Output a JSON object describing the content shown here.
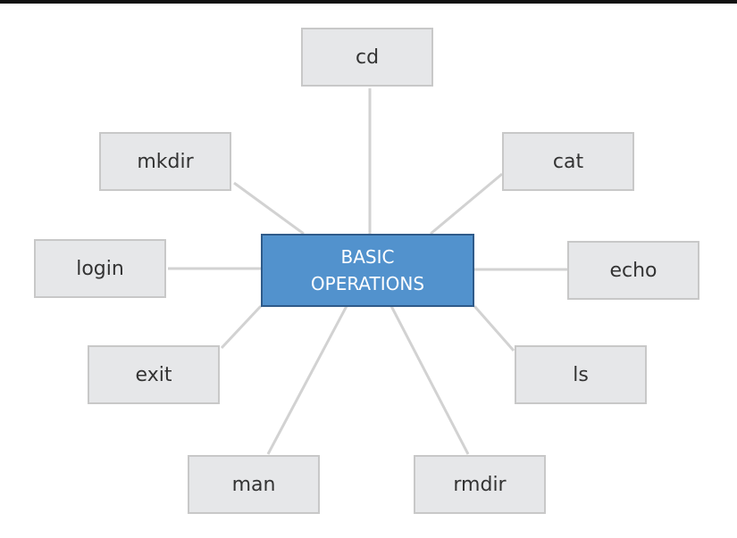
{
  "center": {
    "line1": "BASIC",
    "line2": "OPERATIONS"
  },
  "nodes": {
    "cd": "cd",
    "mkdir": "mkdir",
    "cat": "cat",
    "login": "login",
    "echo": "echo",
    "exit": "exit",
    "ls": "ls",
    "man": "man",
    "rmdir": "rmdir"
  },
  "colors": {
    "center_fill": "#5292cd",
    "node_fill": "#e6e7e9",
    "connector": "#d2d2d2"
  }
}
